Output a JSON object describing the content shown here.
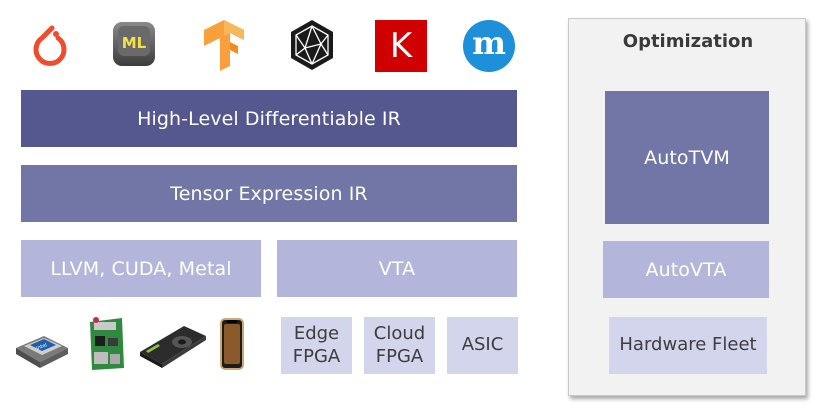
{
  "frameworks": [
    {
      "name": "pytorch-logo-icon",
      "color": "#ee4c2c"
    },
    {
      "name": "coreml-logo-icon",
      "text": "ML",
      "color": "#555555"
    },
    {
      "name": "tensorflow-logo-icon",
      "color": "#f9a03c"
    },
    {
      "name": "onnx-logo-icon",
      "color": "#1a1a1a"
    },
    {
      "name": "keras-logo-icon",
      "text": "K",
      "color": "#d00000"
    },
    {
      "name": "mxnet-logo-icon",
      "text": "m",
      "color": "#1e90d9"
    }
  ],
  "layers": {
    "high_level_ir": "High-Level Differentiable IR",
    "tensor_expr_ir": "Tensor Expression IR",
    "llvm": "LLVM, CUDA, Metal",
    "vta": "VTA"
  },
  "hardware": {
    "devices": [
      {
        "name": "intel-cpu-icon"
      },
      {
        "name": "raspberry-pi-icon"
      },
      {
        "name": "gpu-card-icon"
      },
      {
        "name": "iphone-icon"
      }
    ],
    "edge_fpga": [
      "Edge",
      "FPGA"
    ],
    "cloud_fpga": [
      "Cloud",
      "FPGA"
    ],
    "asic": "ASIC"
  },
  "optimization": {
    "title": "Optimization",
    "autotvm": "AutoTVM",
    "autovta": "AutoVTA",
    "hardware_fleet": "Hardware Fleet"
  },
  "colors": {
    "dark": "#54588f",
    "mid": "#7176a6",
    "light": "#b3b6da",
    "lighter": "#d3d5ec"
  }
}
